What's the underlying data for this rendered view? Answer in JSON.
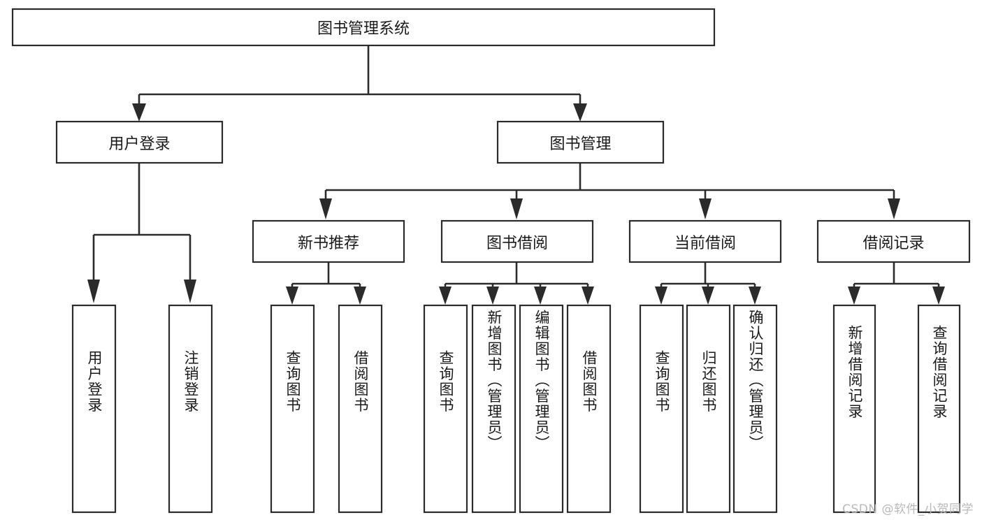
{
  "diagram": {
    "type": "tree-hierarchy",
    "title": "图书管理系统",
    "watermark": "CSDN @软件_小贺同学",
    "colors": {
      "stroke": "#2b2b2b",
      "fill": "#ffffff",
      "text": "#1a1a1a",
      "watermark": "#b9b9b9",
      "background": "#ffffff"
    },
    "levels": {
      "root": "图书管理系统",
      "level2": [
        "用户登录",
        "图书管理"
      ],
      "level3": [
        "新书推荐",
        "图书借阅",
        "当前借阅",
        "借阅记录"
      ]
    },
    "nodes": {
      "root": {
        "label": "图书管理系统",
        "orientation": "horizontal"
      },
      "user_login": {
        "label": "用户登录",
        "orientation": "horizontal"
      },
      "book_manage": {
        "label": "图书管理",
        "orientation": "horizontal"
      },
      "new_book_rec": {
        "label": "新书推荐",
        "orientation": "horizontal"
      },
      "book_borrow": {
        "label": "图书借阅",
        "orientation": "horizontal"
      },
      "current_borrow": {
        "label": "当前借阅",
        "orientation": "horizontal"
      },
      "borrow_record": {
        "label": "借阅记录",
        "orientation": "horizontal"
      },
      "leaf_user_login": {
        "label": "用户登录",
        "orientation": "vertical"
      },
      "leaf_logout": {
        "label": "注销登录",
        "orientation": "vertical"
      },
      "leaf_query_book_1": {
        "label": "查询图书",
        "orientation": "vertical"
      },
      "leaf_borrow_book_1": {
        "label": "借阅图书",
        "orientation": "vertical"
      },
      "leaf_query_book_2": {
        "label": "查询图书",
        "orientation": "vertical"
      },
      "leaf_add_book": {
        "label": "新增图书（管理员）",
        "orientation": "vertical"
      },
      "leaf_edit_book": {
        "label": "编辑图书（管理员）",
        "orientation": "vertical"
      },
      "leaf_borrow_book_2": {
        "label": "借阅图书",
        "orientation": "vertical"
      },
      "leaf_query_book_3": {
        "label": "查询图书",
        "orientation": "vertical"
      },
      "leaf_return_book": {
        "label": "归还图书",
        "orientation": "vertical"
      },
      "leaf_confirm_return": {
        "label": "确认归还（管理员）",
        "orientation": "vertical"
      },
      "leaf_add_record": {
        "label": "新增借阅记录",
        "orientation": "vertical"
      },
      "leaf_query_record": {
        "label": "查询借阅记录",
        "orientation": "vertical"
      }
    },
    "edges": [
      {
        "from": "root",
        "to": "user_login"
      },
      {
        "from": "root",
        "to": "book_manage"
      },
      {
        "from": "user_login",
        "to": "leaf_user_login"
      },
      {
        "from": "user_login",
        "to": "leaf_logout"
      },
      {
        "from": "book_manage",
        "to": "new_book_rec"
      },
      {
        "from": "book_manage",
        "to": "book_borrow"
      },
      {
        "from": "book_manage",
        "to": "current_borrow"
      },
      {
        "from": "book_manage",
        "to": "borrow_record"
      },
      {
        "from": "new_book_rec",
        "to": "leaf_query_book_1"
      },
      {
        "from": "new_book_rec",
        "to": "leaf_borrow_book_1"
      },
      {
        "from": "book_borrow",
        "to": "leaf_query_book_2"
      },
      {
        "from": "book_borrow",
        "to": "leaf_add_book"
      },
      {
        "from": "book_borrow",
        "to": "leaf_edit_book"
      },
      {
        "from": "book_borrow",
        "to": "leaf_borrow_book_2"
      },
      {
        "from": "current_borrow",
        "to": "leaf_query_book_3"
      },
      {
        "from": "current_borrow",
        "to": "leaf_return_book"
      },
      {
        "from": "current_borrow",
        "to": "leaf_confirm_return"
      },
      {
        "from": "borrow_record",
        "to": "leaf_add_record"
      },
      {
        "from": "borrow_record",
        "to": "leaf_query_record"
      }
    ]
  }
}
